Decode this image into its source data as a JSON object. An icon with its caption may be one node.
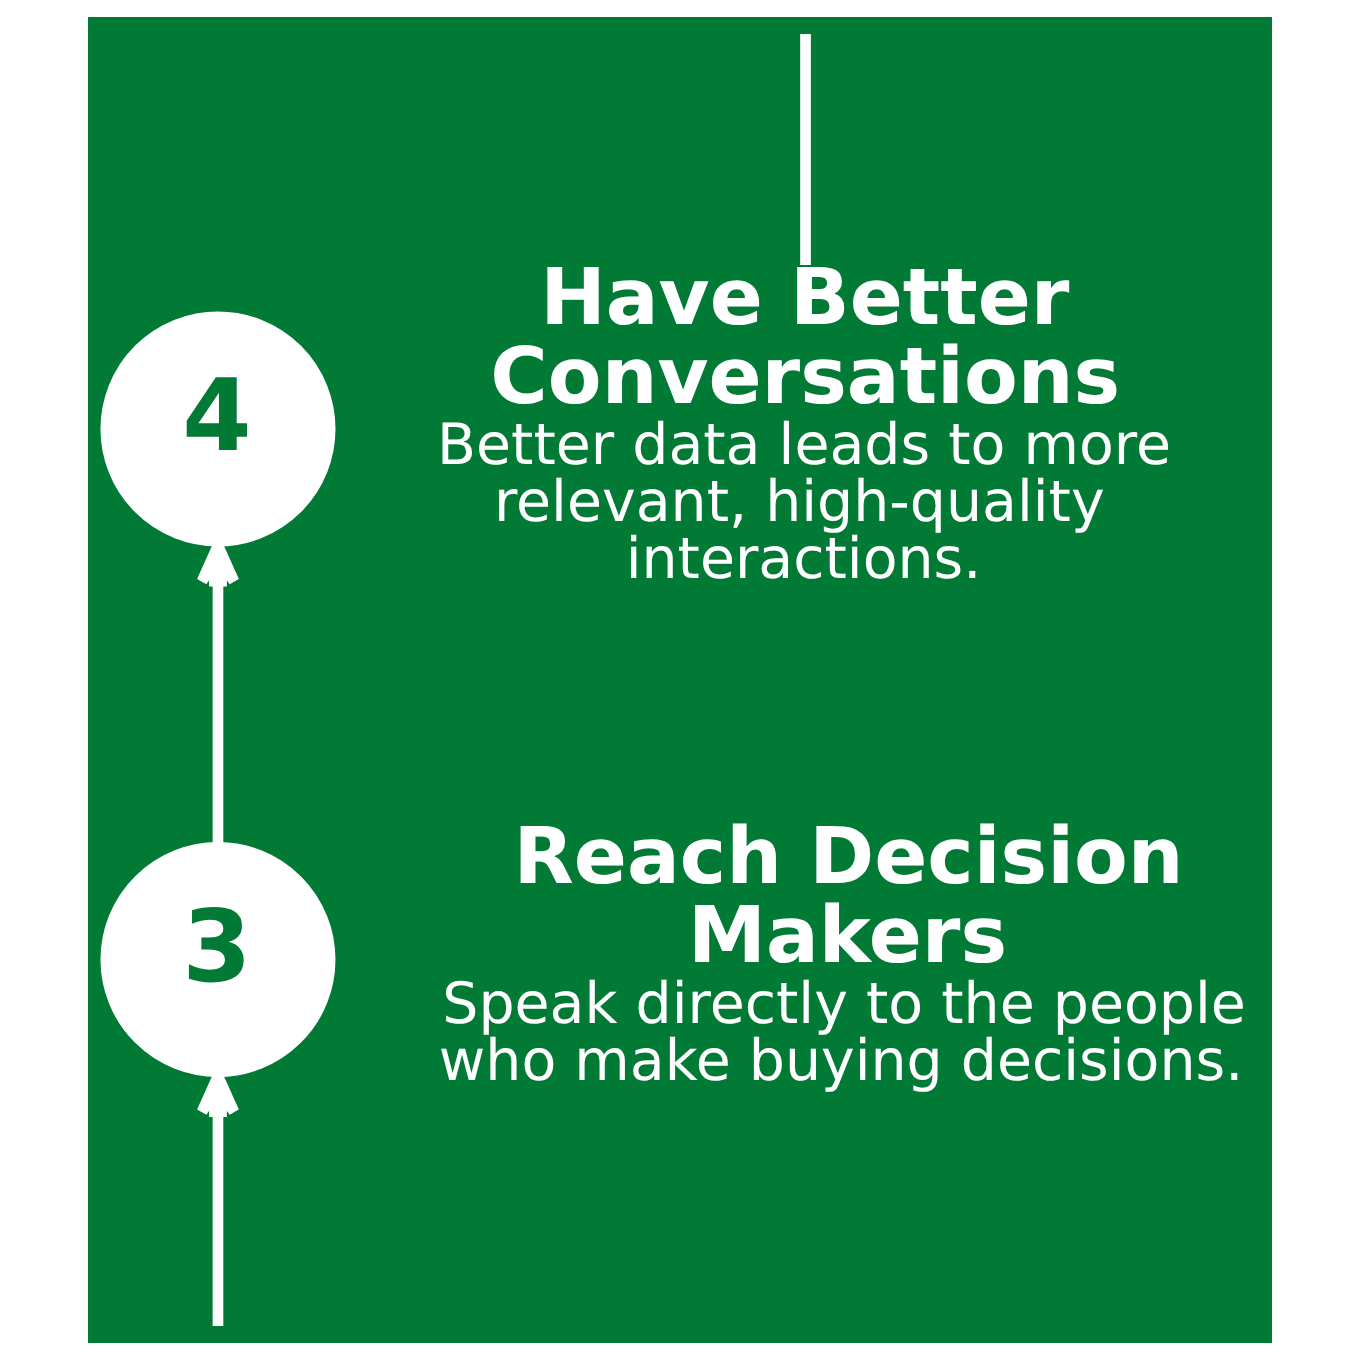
{
  "diagram": {
    "nodes": [
      {
        "text": [
          "4"
        ]
      },
      {
        "text": [
          "Have Better Conversations",
          "Better data leads to more relevant, high-quality interactions."
        ]
      },
      {
        "text": [
          "3"
        ]
      },
      {
        "text": [
          "Reach Decision Makers",
          "Speak directly to the people who make buying decisions."
        ]
      }
    ],
    "edges": [
      {
        "from": null,
        "to": 2,
        "arrow": "to"
      },
      {
        "from": 2,
        "to": 0,
        "arrow": "to"
      },
      {
        "from": 1,
        "to": null,
        "arrow": "none"
      }
    ]
  }
}
